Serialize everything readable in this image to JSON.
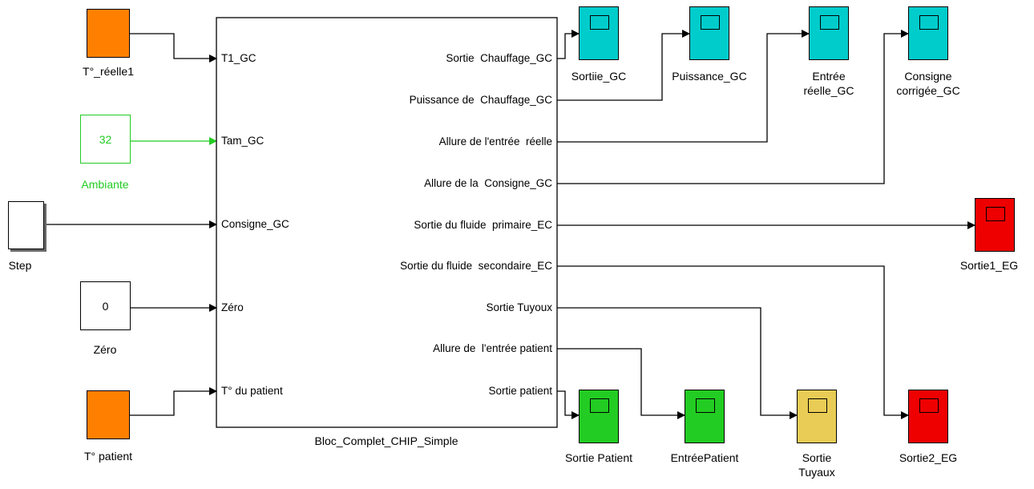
{
  "main_block": {
    "name": "Bloc_Complet_CHIP_Simple",
    "inputs": [
      "T1_GC",
      "Tam_GC",
      "Consigne_GC",
      "Zéro",
      "T° du patient"
    ],
    "outputs": [
      "Sortie  Chauffage_GC",
      "Puissance de  Chauffage_GC",
      "Allure de l'entrée  réelle",
      "Allure de la  Consigne_GC",
      "Sortie du fluide  primaire_EC",
      "Sortie du fluide  secondaire_EC",
      "Sortie Tuyoux",
      "Allure de  l'entrée patient",
      "Sortie patient"
    ]
  },
  "sources": {
    "ramp1": {
      "name": "T°_réelle1",
      "color": "#ff8000"
    },
    "ambiante": {
      "name": "Ambiante",
      "value": "32",
      "color": "#22cc22"
    },
    "step": {
      "name": "Step"
    },
    "zero": {
      "name": "Zéro",
      "value": "0"
    },
    "ramp2": {
      "name": "T° patient",
      "color": "#ff8000"
    }
  },
  "scopes": [
    {
      "name": "Sortiie_GC",
      "color": "#00cccc"
    },
    {
      "name": "Puissance_GC",
      "color": "#00cccc"
    },
    {
      "name": "Entrée\nréelle_GC",
      "color": "#00cccc"
    },
    {
      "name": "Consigne\ncorrigée_GC",
      "color": "#00cccc"
    },
    {
      "name": "Sortie1_EG",
      "color": "#ee0000"
    },
    {
      "name": "Sortie Patient",
      "color": "#22cc22"
    },
    {
      "name": "EntréePatient",
      "color": "#22cc22"
    },
    {
      "name": "Sortie\nTuyaux",
      "color": "#e8cc55"
    },
    {
      "name": "Sortie2_EG",
      "color": "#ee0000"
    }
  ],
  "colors": {
    "signal": "#000000",
    "green_signal": "#22cc22"
  }
}
